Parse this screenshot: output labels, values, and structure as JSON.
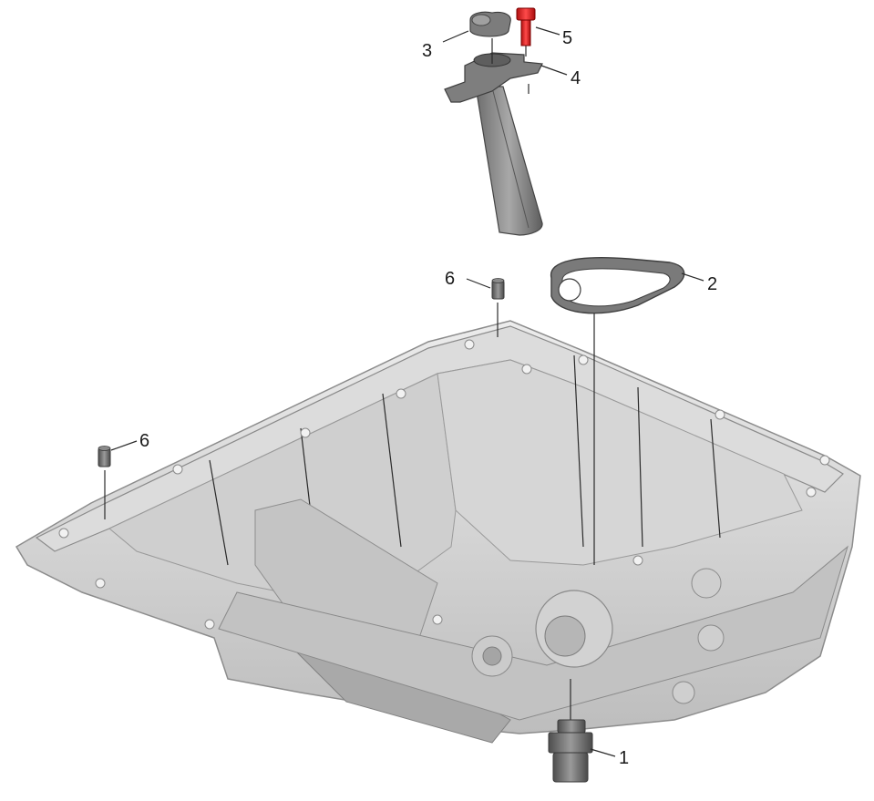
{
  "callouts": [
    {
      "id": "callout-1",
      "label": "1"
    },
    {
      "id": "callout-2",
      "label": "2"
    },
    {
      "id": "callout-3",
      "label": "3"
    },
    {
      "id": "callout-4",
      "label": "4"
    },
    {
      "id": "callout-5",
      "label": "5"
    },
    {
      "id": "callout-6a",
      "label": "6"
    },
    {
      "id": "callout-6b",
      "label": "6"
    }
  ],
  "colors": {
    "pan_light": "#e4e4e4",
    "pan_mid": "#c6c6c6",
    "pan_dark": "#9c9c9c",
    "part_grey": "#8a8a8a",
    "part_dark": "#5a5a5a",
    "highlight_bolt": "#e02020"
  }
}
